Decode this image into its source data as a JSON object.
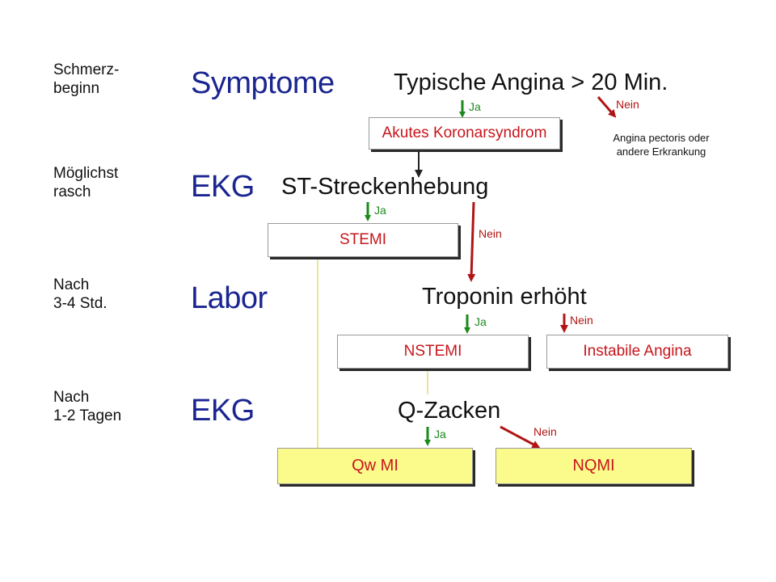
{
  "rows": [
    {
      "stage": "Schmerz-\nbeginn",
      "category": "Symptome"
    },
    {
      "stage": "Möglichst\nrasch",
      "category": "EKG"
    },
    {
      "stage": "Nach\n3-4 Std.",
      "category": "Labor"
    },
    {
      "stage": "Nach\n1-2 Tagen",
      "category": "EKG"
    }
  ],
  "questions": {
    "q1": "Typische Angina > 20 Min.",
    "q2": "ST-Streckenhebung",
    "q3": "Troponin erhöht",
    "q4": "Q-Zacken"
  },
  "boxes": {
    "acs": "Akutes Koronarsyndrom",
    "stemi": "STEMI",
    "nstemi": "NSTEMI",
    "instabile": "Instabile Angina",
    "qwmi": "Qw MI",
    "nqmi": "NQMI"
  },
  "note": "Angina pectoris oder\nandere Erkrankung",
  "labels": {
    "ja": "Ja",
    "nein": "Nein"
  },
  "colors": {
    "band": "#8c80dc",
    "category_text": "#1a2590",
    "box_text": "#c6161c",
    "yellow_box": "#fbfb8c",
    "ja_arrow": "#1b8a1b",
    "nein_arrow": "#b01515",
    "connector": "#e6e69a"
  }
}
